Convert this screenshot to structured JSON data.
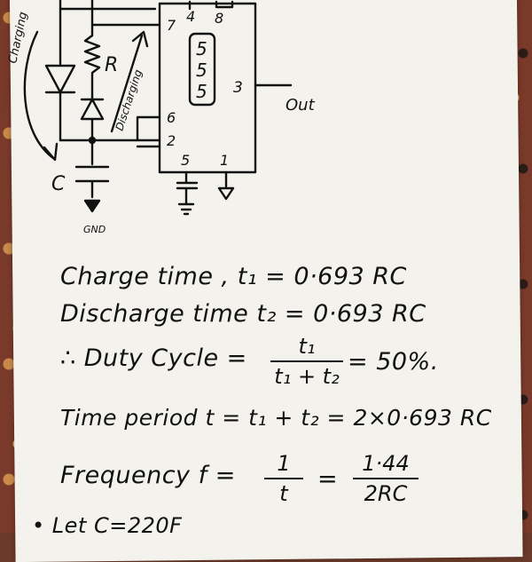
{
  "circuit": {
    "side_labels": {
      "charging": "Charging",
      "discharging": "Discharging"
    },
    "resistor_label": "R",
    "capacitor_label": "C",
    "ground_label": "GND",
    "ic_label_digits": [
      "5",
      "5",
      "5"
    ],
    "pins": {
      "p4": "4",
      "p8": "8",
      "p7": "7",
      "p3": "3",
      "p6": "6",
      "p2": "2",
      "p5": "5",
      "p1": "1"
    },
    "output_label": "Out"
  },
  "equations": {
    "charge": "Charge time , t₁ = 0·693 RC",
    "discharge": "Discharge time t₂ = 0·693 RC",
    "duty_prefix": "∴ Duty Cycle =",
    "duty_numerator": "t₁",
    "duty_denominator": "t₁ + t₂",
    "duty_result": "= 50%.",
    "period": "Time period t = t₁ + t₂ = 2×0·693 RC",
    "frequency_prefix": "Frequency  f =",
    "freq_num1": "1",
    "freq_den1": "t",
    "freq_equals": "=",
    "freq_num2": "1·44",
    "freq_den2": "2RC",
    "bottom_partial": "• Let C=220F"
  }
}
